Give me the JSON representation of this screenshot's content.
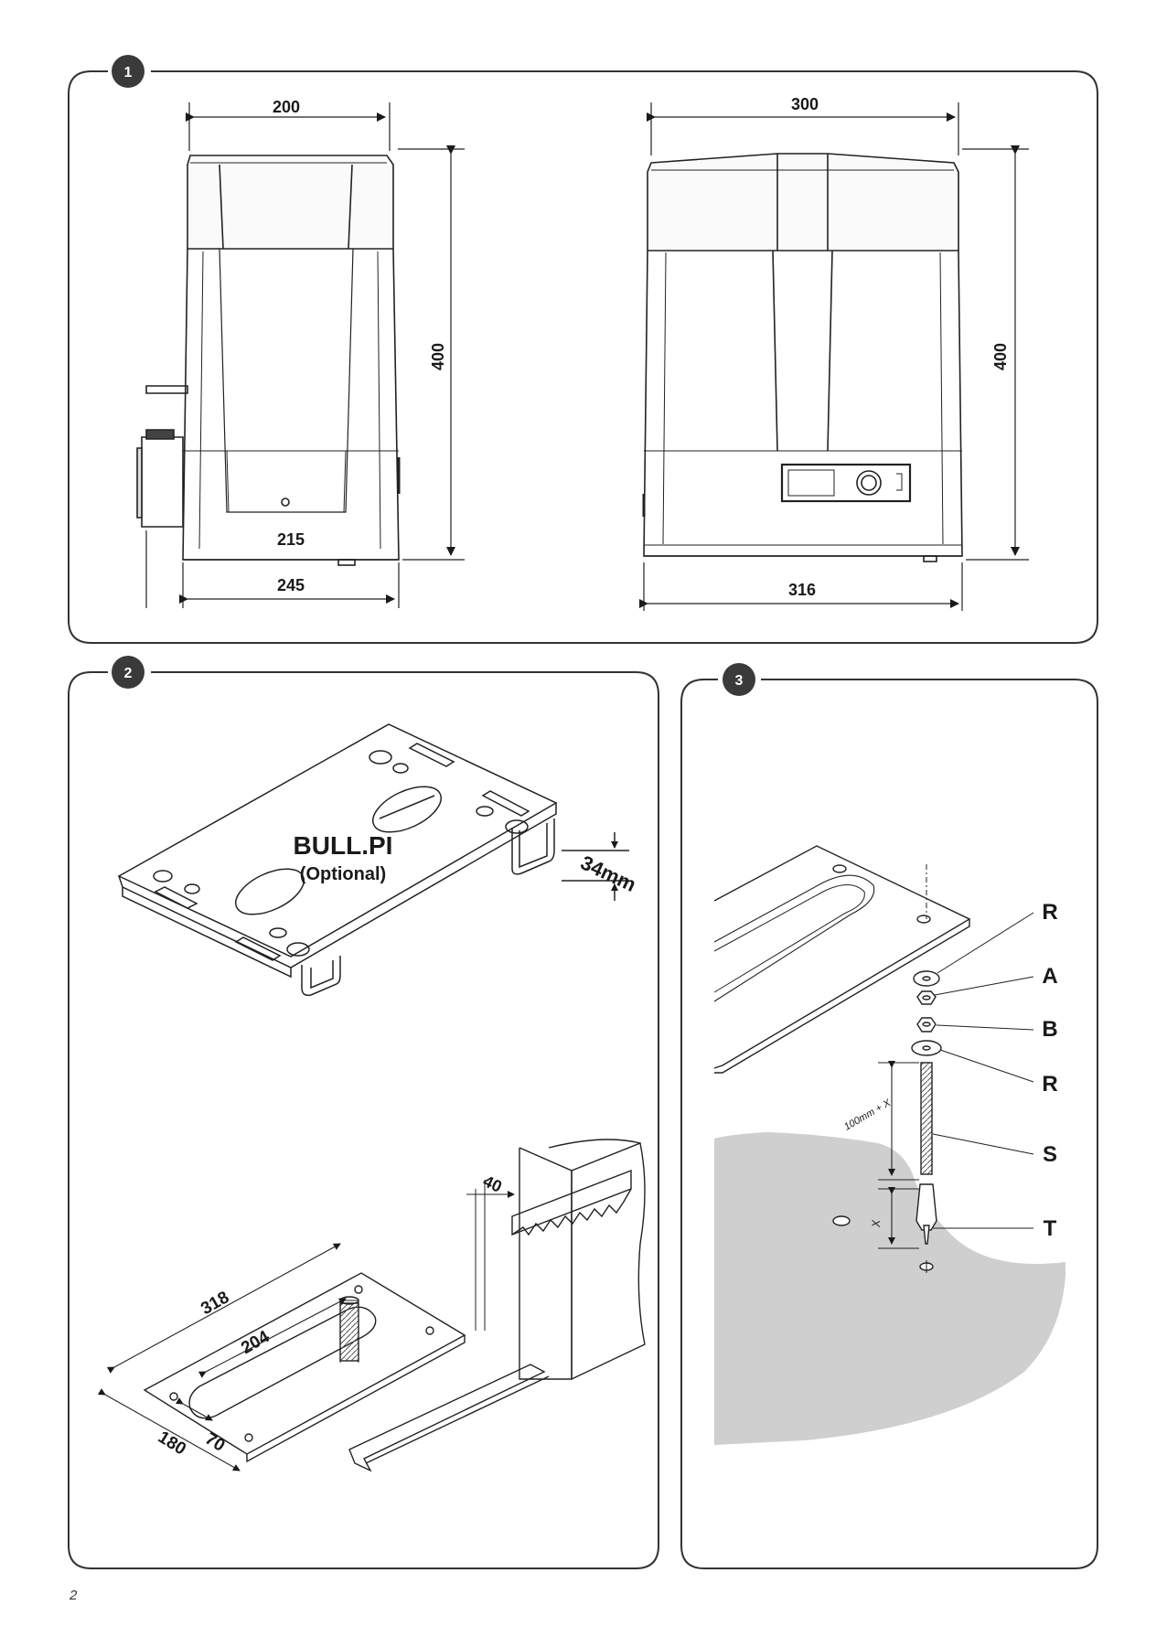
{
  "page_number": "2",
  "panel1": {
    "badge": "1",
    "side_view": {
      "width_top": "200",
      "width_base_inner": "215",
      "width_base": "245",
      "height": "400"
    },
    "front_view": {
      "width_top": "300",
      "width_base": "316",
      "height": "400"
    }
  },
  "panel2": {
    "badge": "2",
    "plate_title": "BULL.PI",
    "plate_subtitle": "(Optional)",
    "plate_height": "34mm",
    "dim_length": "318",
    "dim_slot_length": "204",
    "dim_slot_width": "70",
    "dim_width": "180",
    "dim_rack_offset": "40"
  },
  "panel3": {
    "badge": "3",
    "parts": [
      "R",
      "A",
      "B",
      "R",
      "S",
      "T"
    ],
    "dim_bolt": "100mm + X",
    "dim_anchor": "X"
  }
}
